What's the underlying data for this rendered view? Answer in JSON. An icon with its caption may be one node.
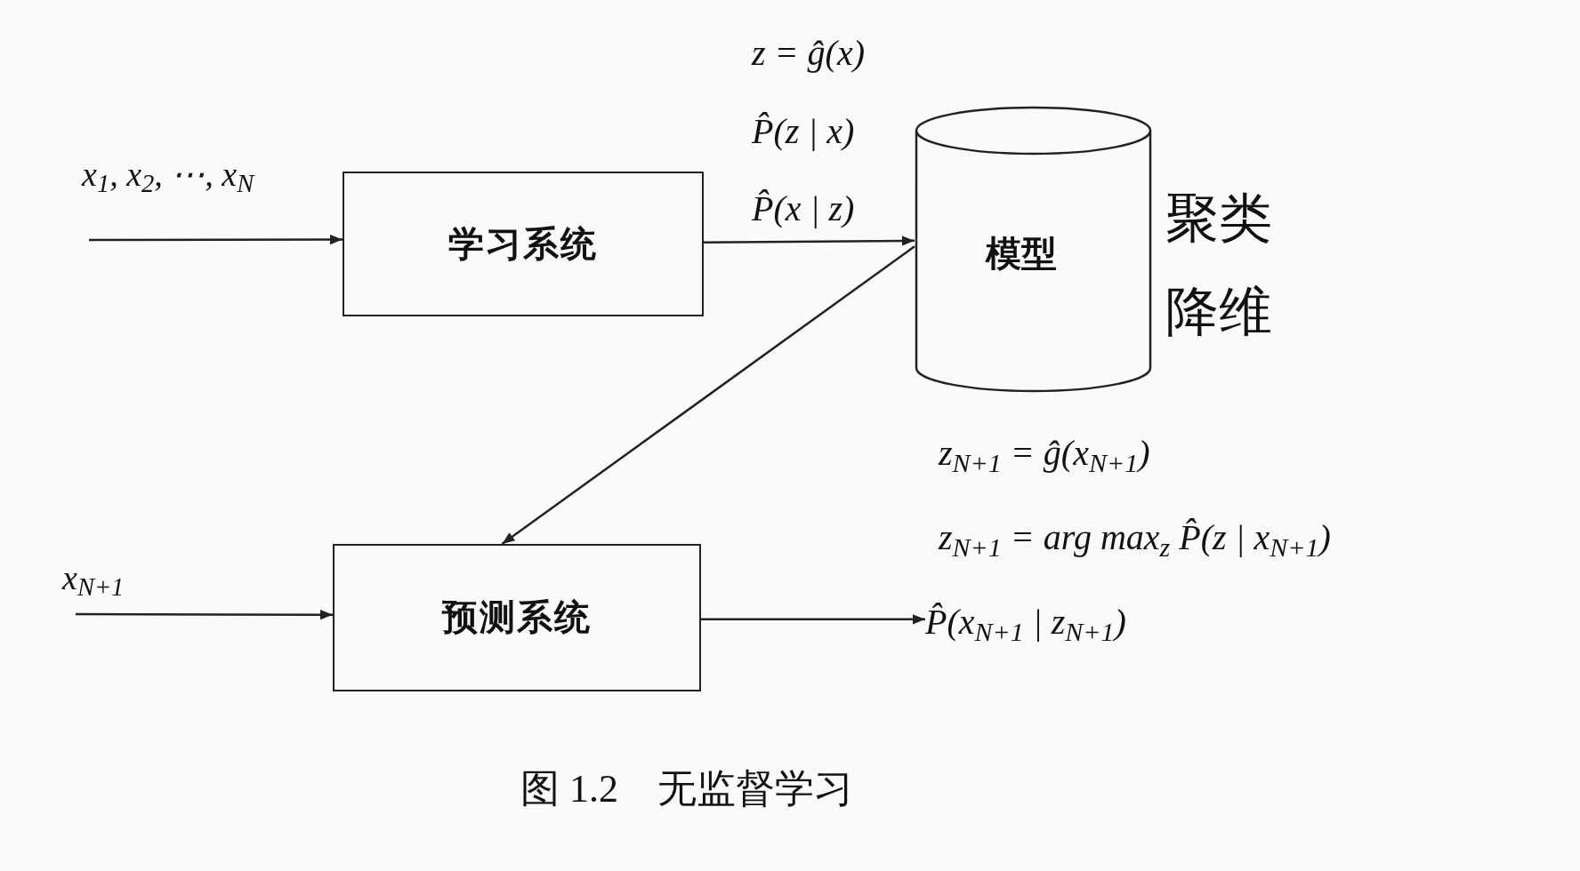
{
  "diagram": {
    "caption": "图 1.2　无监督学习",
    "nodes": [
      {
        "text": [
          "学习系统"
        ]
      },
      {
        "text": [
          "模型"
        ]
      },
      {
        "text": [
          "预测系统"
        ]
      },
      {
        "text": [
          "P̂(x$_{N+1}$ | z$_{N+1}$)"
        ]
      }
    ],
    "edges": [
      {
        "from": null,
        "to": 0,
        "arrow": "to",
        "label": "x$_{1}$, x$_{2}$, ⋯, x$_{N}$"
      },
      {
        "from": 0,
        "to": 1,
        "arrow": "to"
      },
      {
        "from": 1,
        "to": 2,
        "arrow": "to"
      },
      {
        "from": null,
        "to": 2,
        "arrow": "to",
        "label": "x$_{N+1}$"
      },
      {
        "from": 2,
        "to": 3,
        "arrow": "to"
      }
    ],
    "labels": [
      "z = ĝ(x)",
      "P̂(z | x)",
      "P̂(x | z)",
      "聚类",
      "降维",
      "z$_{N+1}$ = ĝ(x$_{N+1}$)",
      "z$_{N+1}$ = arg max$_{z}$ P̂(z | x$_{N+1}$)"
    ]
  }
}
